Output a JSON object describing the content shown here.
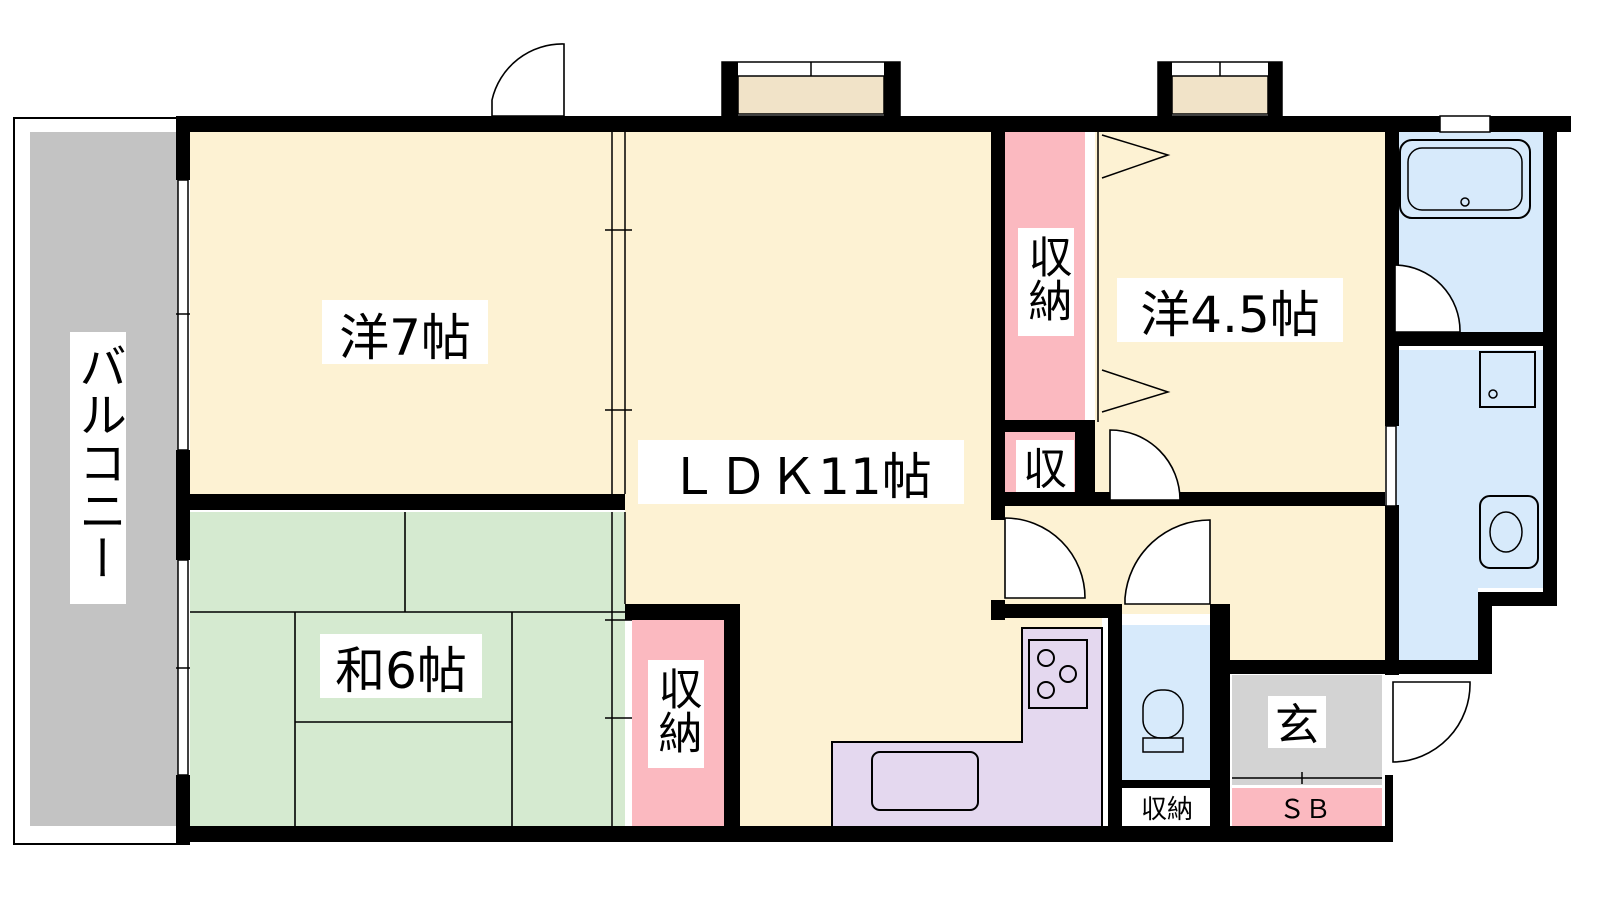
{
  "labels": {
    "balcony": "バルコニー",
    "western7": "洋7帖",
    "western45": "洋4.5帖",
    "ldk": "ＬＤＫ11帖",
    "japanese6": "和6帖",
    "storage_a": "収納",
    "storage_b": "収納",
    "storage_small": "収",
    "storage_toilet": "収納",
    "entrance": "玄",
    "shoebox": "ＳＢ"
  },
  "colors": {
    "western": "#fdf2d3",
    "tatami": "#d5ead0",
    "storage": "#fbb9c0",
    "wet": "#d7eafb",
    "kitchen": "#e4d8ef",
    "balcony": "#c3c3c3",
    "entrance": "#d3d3d3",
    "wall": "#000000",
    "window": "#f1e3c8"
  }
}
